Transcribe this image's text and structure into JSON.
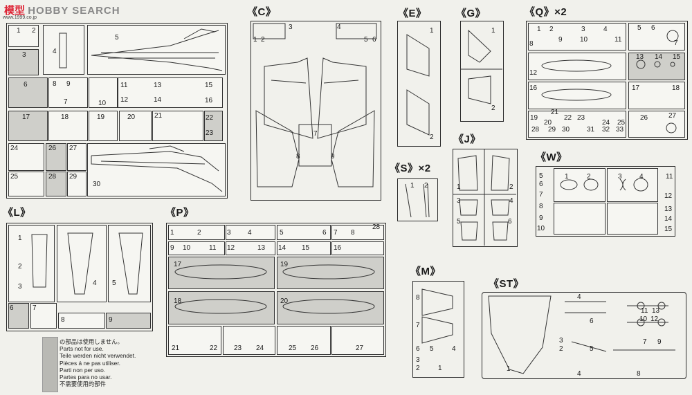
{
  "watermark": {
    "logo_text": "模型",
    "brand": "HOBBY SEARCH",
    "url": "www.1999.co.jp"
  },
  "sprues": {
    "C": {
      "title": "《C》",
      "parts": [
        "1",
        "2",
        "3",
        "4",
        "5",
        "6",
        "7",
        "8",
        "9"
      ]
    },
    "E": {
      "title": "《E》",
      "parts": [
        "1",
        "2"
      ]
    },
    "G": {
      "title": "《G》",
      "parts": [
        "1",
        "2"
      ]
    },
    "Q": {
      "title": "《Q》×2",
      "parts": [
        "1",
        "2",
        "3",
        "4",
        "5",
        "6",
        "7",
        "8",
        "9",
        "10",
        "11",
        "12",
        "13",
        "14",
        "15",
        "16",
        "17",
        "18",
        "19",
        "20",
        "21",
        "22",
        "23",
        "24",
        "25",
        "26",
        "27",
        "28",
        "29",
        "30",
        "31",
        "32",
        "33"
      ]
    },
    "S": {
      "title": "《S》×2",
      "parts": [
        "1",
        "2"
      ]
    },
    "J": {
      "title": "《J》",
      "parts": [
        "1",
        "2",
        "3",
        "4",
        "5",
        "6"
      ]
    },
    "W": {
      "title": "《W》",
      "parts": [
        "1",
        "2",
        "3",
        "4",
        "5",
        "6",
        "7",
        "8",
        "9",
        "10",
        "11",
        "12",
        "13",
        "14",
        "15"
      ]
    },
    "L": {
      "title": "《L》",
      "parts": [
        "1",
        "2",
        "3",
        "4",
        "5",
        "6",
        "7",
        "8",
        "9"
      ]
    },
    "P": {
      "title": "《P》",
      "parts": [
        "1",
        "2",
        "3",
        "4",
        "5",
        "6",
        "7",
        "8",
        "9",
        "10",
        "11",
        "12",
        "13",
        "14",
        "15",
        "16",
        "17",
        "18",
        "19",
        "20",
        "21",
        "22",
        "23",
        "24",
        "25",
        "26",
        "27",
        "28"
      ]
    },
    "M": {
      "title": "《M》",
      "parts": [
        "1",
        "2",
        "3",
        "4",
        "5",
        "6",
        "7",
        "8"
      ]
    },
    "ST": {
      "title": "《ST》",
      "parts": [
        "1",
        "2",
        "3",
        "4",
        "5",
        "6",
        "7",
        "8",
        "9",
        "10",
        "11",
        "12",
        "13"
      ]
    },
    "unlabeled": {
      "parts": [
        "1",
        "2",
        "3",
        "4",
        "5",
        "6",
        "7",
        "8",
        "9",
        "10",
        "11",
        "12",
        "13",
        "14",
        "15",
        "16",
        "17",
        "18",
        "19",
        "20",
        "21",
        "22",
        "23",
        "24",
        "25",
        "26",
        "27",
        "28",
        "29",
        "30"
      ]
    }
  },
  "legend": {
    "ja": "の部品は使用しません。",
    "de": "Teile werden nicht verwendet.",
    "en": "Parts not for use.",
    "fr": "Pièces á ne pas utiliser.",
    "it": "Parti non per uso.",
    "es": "Partes para no usar.",
    "zh": "不需要使用的部件"
  },
  "colors": {
    "unused_parts": "#b9b9b4",
    "ink": "#1a1a1a",
    "paper": "#f1f1ec"
  }
}
